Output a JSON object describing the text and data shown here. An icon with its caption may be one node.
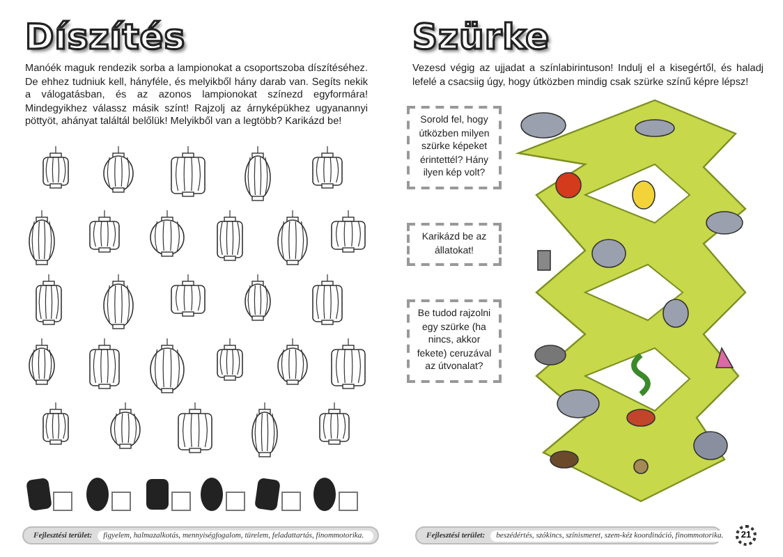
{
  "diagram": {
    "nodes": [
      {
        "text": [
          "Sorold fel, hogy útközben milyen szürke képeket érintettél? Hány ilyen kép volt?"
        ]
      },
      {
        "text": [
          "Karikázd be az állatokat!"
        ]
      },
      {
        "text": [
          "Be tudod rajzolni egy szürke (ha nincs, akkor fekete) ceruzával az útvonalat?"
        ]
      },
      {
        "text": [
          "Fejlesztési terület:",
          "figyelem, halmazalkotás, mennyiségfogalom, türelem, feladattartás, finommotorika."
        ]
      },
      {
        "text": [
          "Fejlesztési terület:",
          "beszédértés, szókincs, színismeret, szem-kéz koordináció, finommotorika."
        ]
      },
      {
        "text": [
          "21"
        ]
      }
    ],
    "labels": [
      "Díszítés",
      "Manóék maguk rendezik sorba a lampionokat a csoportszoba díszítéséhez. De ehhez tudniuk kell, hányféle, és melyikből hány darab van. Segíts nekik a válogatásban, és az azonos lampionokat színezd egyformára! Mindegyikhez válassz másik színt! Rajzolj az árnyképükhez ugyanannyi pöttyöt, ahányat találtál belőlük! Melyikből van a legtöbb? Karikázd be!",
      "Szürke",
      "Vezesd végig az ujjadat a színlabirintuson! Indulj el a kisegértől, és haladj lefelé a csacsiig úgy, hogy útközben mindig csak szürke színű képre lépsz!"
    ]
  }
}
